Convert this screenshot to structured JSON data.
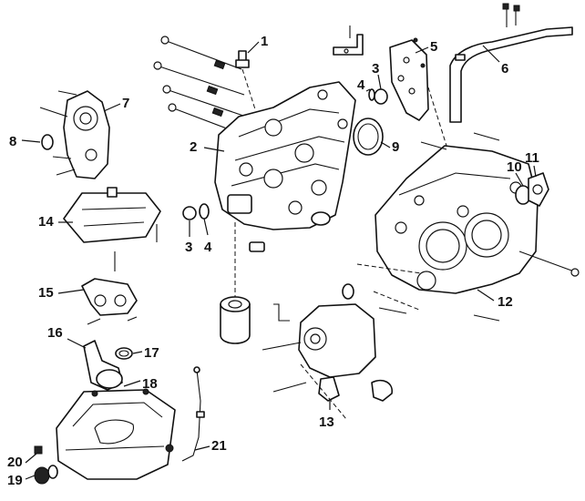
{
  "callouts": [
    {
      "id": "c1",
      "label": "1"
    },
    {
      "id": "c2",
      "label": "2"
    },
    {
      "id": "c3a",
      "label": "3"
    },
    {
      "id": "c3b",
      "label": "3"
    },
    {
      "id": "c4a",
      "label": "4"
    },
    {
      "id": "c4b",
      "label": "4"
    },
    {
      "id": "c5",
      "label": "5"
    },
    {
      "id": "c6",
      "label": "6"
    },
    {
      "id": "c7",
      "label": "7"
    },
    {
      "id": "c8",
      "label": "8"
    },
    {
      "id": "c9",
      "label": "9"
    },
    {
      "id": "c10",
      "label": "10"
    },
    {
      "id": "c11",
      "label": "11"
    },
    {
      "id": "c12",
      "label": "12"
    },
    {
      "id": "c13",
      "label": "13"
    },
    {
      "id": "c14",
      "label": "14"
    },
    {
      "id": "c15",
      "label": "15"
    },
    {
      "id": "c16",
      "label": "16"
    },
    {
      "id": "c17",
      "label": "17"
    },
    {
      "id": "c18",
      "label": "18"
    },
    {
      "id": "c19",
      "label": "19"
    },
    {
      "id": "c20",
      "label": "20"
    },
    {
      "id": "c21",
      "label": "21"
    }
  ],
  "colors": {
    "line": "#111111",
    "background": "#ffffff"
  }
}
